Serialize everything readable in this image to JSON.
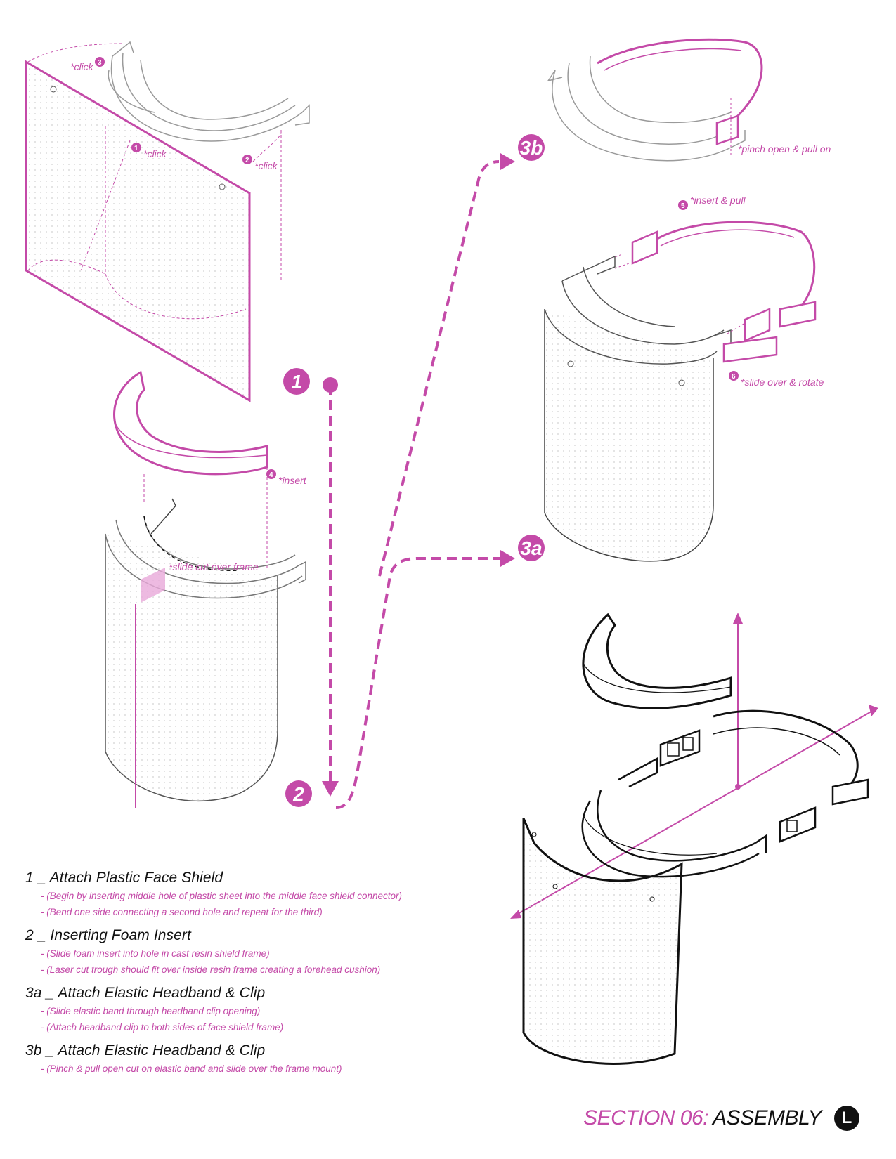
{
  "colors": {
    "accent": "#c44aa8",
    "ink": "#111111",
    "dots": "#e8e8e8"
  },
  "callouts": {
    "c1": {
      "num": "1",
      "text": "*click"
    },
    "c2": {
      "num": "2",
      "text": "*click"
    },
    "c3": {
      "num": "3",
      "text": "*click"
    },
    "c4": {
      "num": "4",
      "text": "*insert"
    },
    "slide_cut": "*slide cut over frame",
    "c5": {
      "num": "5",
      "text": "*insert & pull"
    },
    "c6": {
      "num": "6",
      "text": "*slide over & rotate"
    },
    "pinch": "*pinch open & pull on"
  },
  "step_markers": {
    "s1": "1",
    "s2": "2",
    "s3a": "3a",
    "s3b": "3b"
  },
  "steps": [
    {
      "title": "1 _ Attach Plastic Face Shield",
      "notes": [
        "- (Begin by inserting middle hole of plastic sheet into the middle face shield connector)",
        "- (Bend one side connecting a second hole and repeat for the third)"
      ]
    },
    {
      "title": "2 _ Inserting Foam Insert",
      "notes": [
        "- (Slide foam insert into hole in cast resin shield frame)",
        "- (Laser cut trough should fit over inside resin frame creating a forehead cushion)"
      ]
    },
    {
      "title": "3a _ Attach Elastic Headband & Clip",
      "notes": [
        "- (Slide elastic band through headband clip opening)",
        "- (Attach headband clip to both sides of face shield frame)"
      ]
    },
    {
      "title": "3b _ Attach Elastic Headband & Clip",
      "notes": [
        "- (Pinch & pull open cut on elastic band and slide over the frame mount)"
      ]
    }
  ],
  "footer": {
    "section": "SECTION 06:",
    "title": "ASSEMBLY",
    "logo": "L"
  }
}
